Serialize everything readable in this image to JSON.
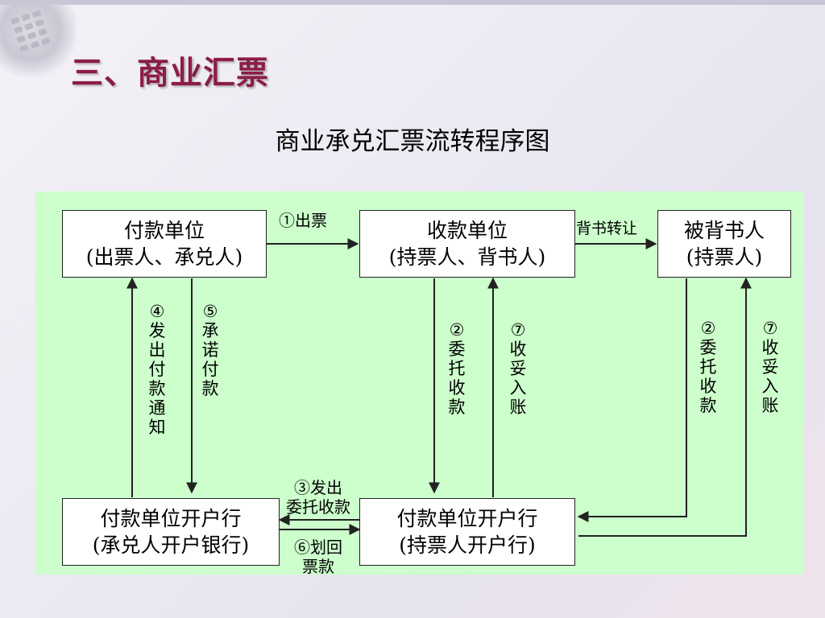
{
  "slide": {
    "heading": "三、商业汇票",
    "subtitle": "商业承兑汇票流转程序图"
  },
  "boxes": {
    "payer": [
      "付款单位",
      "(出票人、承兑人)"
    ],
    "payee": [
      "收款单位",
      "(持票人、背书人)"
    ],
    "endorsee": [
      "被背书人",
      "(持票人)"
    ],
    "payer_bank": [
      "付款单位开户行",
      "(承兑人开户银行)"
    ],
    "payee_bank": [
      "付款单位开户行",
      "(持票人开户行)"
    ]
  },
  "labels": {
    "issue": "①出票",
    "endorse": "背书转让",
    "notice": [
      "④",
      "发",
      "出",
      "付",
      "款",
      "通",
      "知"
    ],
    "promise": [
      "⑤",
      "承",
      "诺",
      "付",
      "款"
    ],
    "collect_1": [
      "②",
      "委",
      "托",
      "收",
      "款"
    ],
    "deposit_1": [
      "⑦",
      "收",
      "妥",
      "入",
      "账"
    ],
    "collect_2": [
      "②",
      "委",
      "托",
      "收",
      "款"
    ],
    "deposit_2": [
      "⑦",
      "收",
      "妥",
      "入",
      "账"
    ],
    "send_collect": [
      "③发出",
      "委托收款"
    ],
    "transfer": [
      "⑥划回",
      "票款"
    ]
  },
  "colors": {
    "heading": "#8b1d47",
    "panel": "#ccffcc",
    "line": "#222222"
  }
}
